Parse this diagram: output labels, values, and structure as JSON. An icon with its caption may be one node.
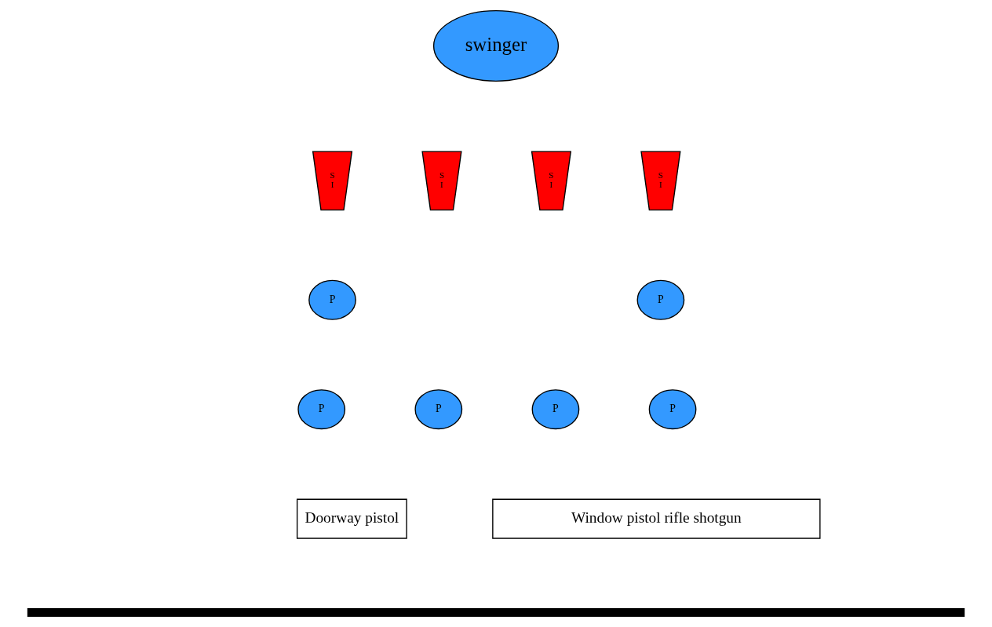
{
  "diagram": {
    "nodes": [
      {
        "text": [
          "swinger"
        ]
      },
      {
        "text": [
          "S I"
        ]
      },
      {
        "text": [
          "S I"
        ]
      },
      {
        "text": [
          "S I"
        ]
      },
      {
        "text": [
          "S I"
        ]
      },
      {
        "text": [
          "P"
        ]
      },
      {
        "text": [
          "P"
        ]
      },
      {
        "text": [
          "P"
        ]
      },
      {
        "text": [
          "P"
        ]
      },
      {
        "text": [
          "P"
        ]
      },
      {
        "text": [
          "P"
        ]
      },
      {
        "text": [
          "Doorway pistol"
        ]
      },
      {
        "text": [
          "Window pistol rifle shotgun"
        ]
      },
      {
        "text": [],
        "shape": "bar"
      }
    ],
    "edges": []
  }
}
